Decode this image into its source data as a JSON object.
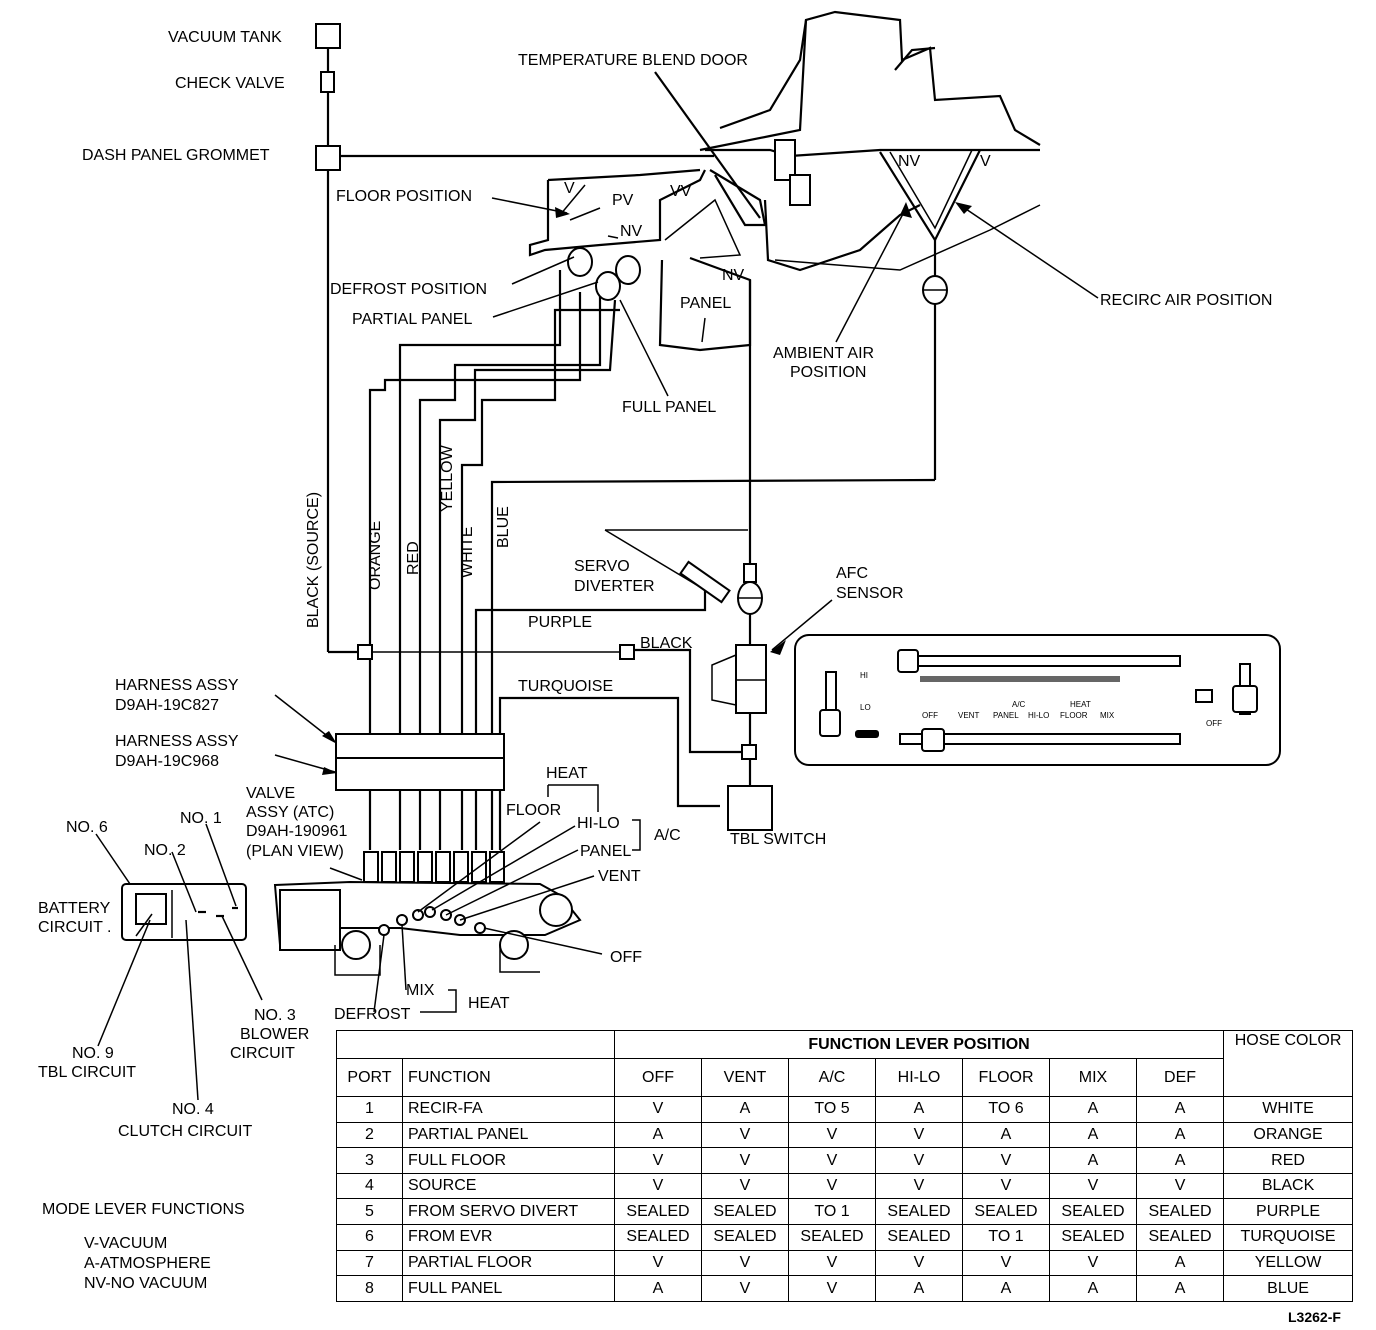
{
  "labels": {
    "vacuum_tank": "VACUUM TANK",
    "check_valve": "CHECK VALVE",
    "dash_panel_grommet": "DASH PANEL GROMMET",
    "floor_position": "FLOOR POSITION",
    "defrost_position": "DEFROST POSITION",
    "partial_panel": "PARTIAL PANEL",
    "temperature_blend_door": "TEMPERATURE BLEND DOOR",
    "recirc_air_position": "RECIRC AIR POSITION",
    "ambient_air_position_1": "AMBIENT AIR",
    "ambient_air_position_2": "POSITION",
    "panel": "PANEL",
    "full_panel": "FULL PANEL",
    "black_source": "BLACK (SOURCE)",
    "orange": "ORANGE",
    "red": "RED",
    "yellow": "YELLOW",
    "white": "WHITE",
    "blue": "BLUE",
    "servo_diverter_1": "SERVO",
    "servo_diverter_2": "DIVERTER",
    "purple": "PURPLE",
    "black": "BLACK",
    "turquoise": "TURQUOISE",
    "afc_sensor_1": "AFC",
    "afc_sensor_2": "SENSOR",
    "tbl_switch": "TBL SWITCH",
    "harness_1_a": "HARNESS ASSY",
    "harness_1_b": "D9AH-19C827",
    "harness_2_a": "HARNESS ASSY",
    "harness_2_b": "D9AH-19C968",
    "valve_assy_a": "VALVE",
    "valve_assy_b": "ASSY (ATC)",
    "valve_assy_c": "D9AH-190961",
    "valve_assy_d": "(PLAN VIEW)",
    "heat_top": "HEAT",
    "floor": "FLOOR",
    "hi_lo": "HI-LO",
    "ac": "A/C",
    "panel_lever": "PANEL",
    "vent": "VENT",
    "off": "OFF",
    "mix": "MIX",
    "defrost": "DEFROST",
    "heat_bottom": "HEAT",
    "no6": "NO. 6",
    "no2": "NO. 2",
    "no1": "NO. 1",
    "battery_circuit_1": "BATTERY",
    "battery_circuit_2": "CIRCUIT .",
    "no3_1": "NO. 3",
    "no3_2": "BLOWER",
    "no3_3": "CIRCUIT",
    "no9_1": "NO. 9",
    "no9_2": "TBL CIRCUIT",
    "no4_1": "NO. 4",
    "no4_2": "CLUTCH CIRCUIT",
    "v": "V",
    "pv": "PV",
    "nv": "NV",
    "vv": "VV",
    "nv2": "NV",
    "nv3": "NV",
    "v2": "V"
  },
  "control_panel": {
    "lo": "LO",
    "hi": "HI",
    "off_left": "OFF",
    "vent": "VENT",
    "ac": "A/C",
    "panel": "PANEL",
    "hi_lo": "HI-LO",
    "floor": "FLOOR",
    "heat": "HEAT",
    "mix": "MIX",
    "off_right": "OFF"
  },
  "legend": {
    "title": "MODE LEVER FUNCTIONS",
    "items": [
      "V-VACUUM",
      "A-ATMOSPHERE",
      "NV-NO VACUUM"
    ]
  },
  "table": {
    "group_header": "FUNCTION LEVER POSITION",
    "hose_header": "HOSE COLOR",
    "port_header": "PORT",
    "function_header": "FUNCTION",
    "columns": [
      "OFF",
      "VENT",
      "A/C",
      "HI-LO",
      "FLOOR",
      "MIX",
      "DEF"
    ],
    "rows": [
      {
        "port": "1",
        "function": "RECIR-FA",
        "values": [
          "V",
          "A",
          "TO 5",
          "A",
          "TO 6",
          "A",
          "A"
        ],
        "hose": "WHITE"
      },
      {
        "port": "2",
        "function": "PARTIAL PANEL",
        "values": [
          "A",
          "V",
          "V",
          "V",
          "A",
          "A",
          "A"
        ],
        "hose": "ORANGE"
      },
      {
        "port": "3",
        "function": "FULL FLOOR",
        "values": [
          "V",
          "V",
          "V",
          "V",
          "V",
          "A",
          "A"
        ],
        "hose": "RED"
      },
      {
        "port": "4",
        "function": "SOURCE",
        "values": [
          "V",
          "V",
          "V",
          "V",
          "V",
          "V",
          "V"
        ],
        "hose": "BLACK"
      },
      {
        "port": "5",
        "function": "FROM SERVO DIVERT",
        "values": [
          "SEALED",
          "SEALED",
          "TO 1",
          "SEALED",
          "SEALED",
          "SEALED",
          "SEALED"
        ],
        "hose": "PURPLE"
      },
      {
        "port": "6",
        "function": "FROM EVR",
        "values": [
          "SEALED",
          "SEALED",
          "SEALED",
          "SEALED",
          "TO 1",
          "SEALED",
          "SEALED"
        ],
        "hose": "TURQUOISE"
      },
      {
        "port": "7",
        "function": "PARTIAL FLOOR",
        "values": [
          "V",
          "V",
          "V",
          "V",
          "V",
          "V",
          "A"
        ],
        "hose": "YELLOW"
      },
      {
        "port": "8",
        "function": "FULL PANEL",
        "values": [
          "A",
          "V",
          "V",
          "A",
          "A",
          "A",
          "A"
        ],
        "hose": "BLUE"
      }
    ]
  },
  "figure_id": "L3262-F"
}
